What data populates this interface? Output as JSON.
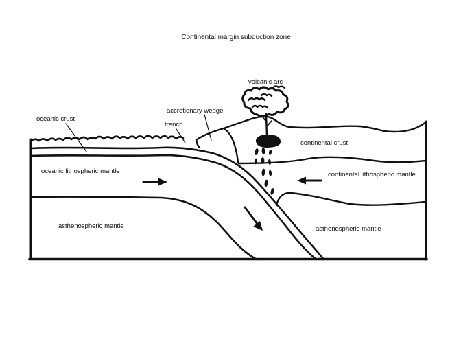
{
  "title": "Continental margin subduction zone",
  "labels": {
    "volcanic_arc": "volcanic arc",
    "accretionary_wedge": "accretionary wedge",
    "trench": "trench",
    "oceanic_crust": "oceanic crust",
    "continental_crust": "continental crust",
    "oceanic_lithospheric_mantle": "oceanic lithospheric mantle",
    "continental_lithospheric_mantle": "continental lithospheric mantle",
    "asthenospheric_mantle_left": "asthenospheric mantle",
    "asthenospheric_mantle_right": "asthenospheric mantle"
  },
  "colors": {
    "ink": "#111111",
    "background": "#ffffff"
  },
  "icons": {
    "arrow_right": "oceanic plate motion arrow (points right)",
    "arrow_left": "continental plate motion arrow (points left)",
    "arrow_down_slab": "subducting slab motion arrow (points down-right)"
  }
}
